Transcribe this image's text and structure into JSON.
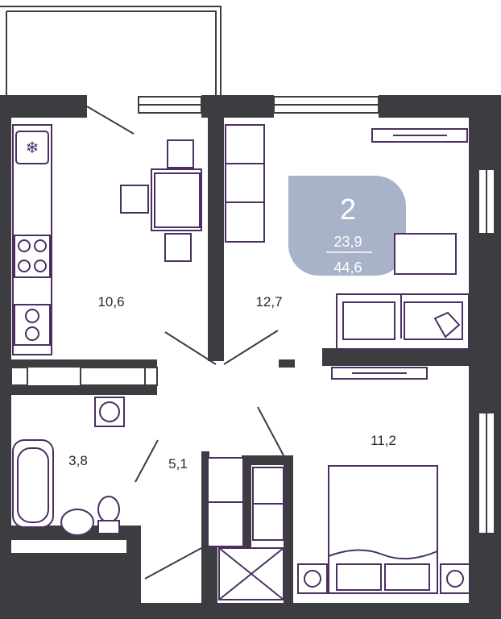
{
  "plan": {
    "rooms_count": "2",
    "living_area": "23,9",
    "total_area": "44,6",
    "rooms": [
      {
        "id": "kitchen",
        "area": "10,6"
      },
      {
        "id": "living-room",
        "area": "12,7"
      },
      {
        "id": "bedroom",
        "area": "11,2"
      },
      {
        "id": "bathroom",
        "area": "3,8"
      },
      {
        "id": "hallway",
        "area": "5,1"
      }
    ]
  },
  "colors": {
    "wall": "#3c3c41",
    "furniture_stroke": "#4b2e62",
    "badge": "#a8b2c9"
  }
}
